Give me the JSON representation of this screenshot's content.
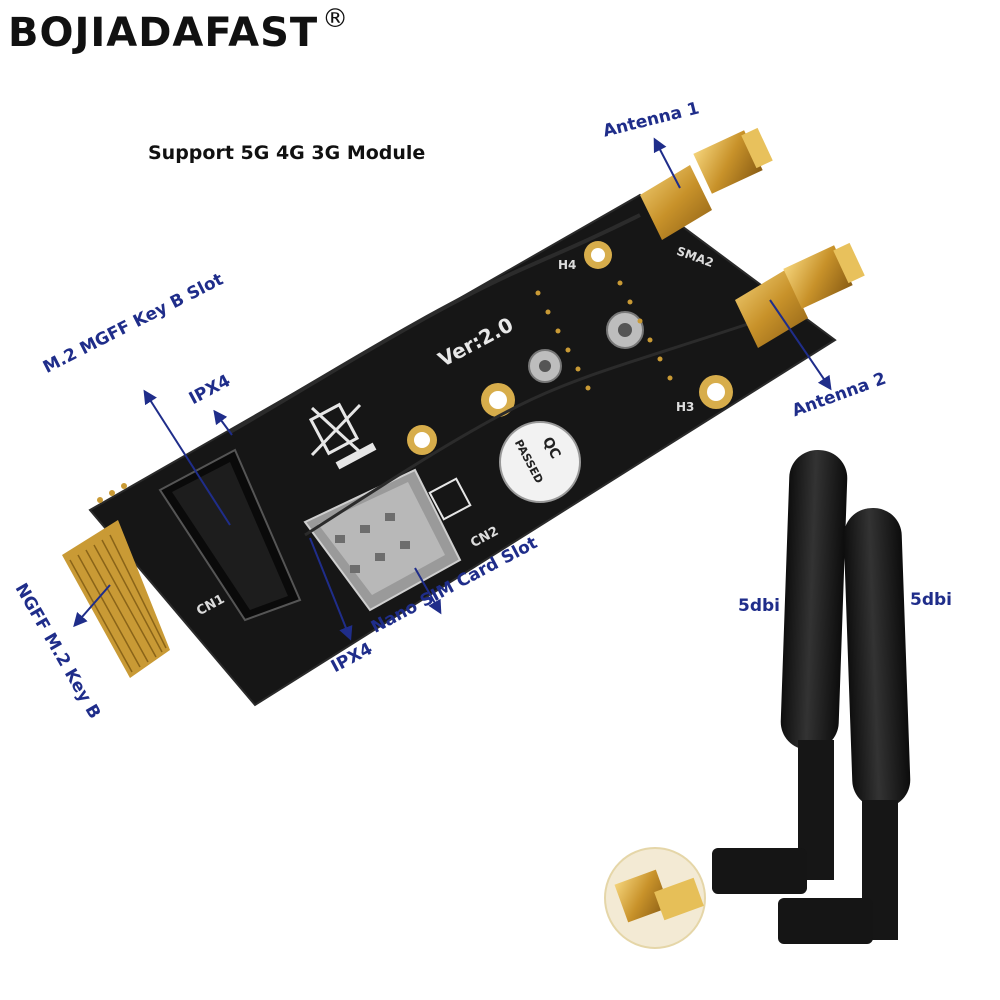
{
  "brand": {
    "name": "BOJIADAFAST",
    "reg": "®"
  },
  "headline": "Support 5G 4G 3G Module",
  "callouts": {
    "antenna1": "Antenna 1",
    "antenna2": "Antenna 2",
    "mgff_slot": "M.2 MGFF Key B Slot",
    "ipx4_top": "IPX4",
    "ipx4_bottom": "IPX4",
    "sim_slot": "Nano SIM Card Slot",
    "ngff_keyb": "NGFF M.2 Key B",
    "gain_left": "5dbi",
    "gain_right": "5dbi"
  },
  "board_text": {
    "version": "Ver:2.0",
    "qc": "QC",
    "passed": "PASSED",
    "cn1": "CN1",
    "cn2": "CN2",
    "sma2": "SMA2",
    "h3": "H3",
    "h4": "H4"
  },
  "colors": {
    "label_blue": "#1f2d8a",
    "pcb_black": "#141414",
    "gold": "#d9a63a",
    "antenna_black": "#1c1c1c"
  }
}
